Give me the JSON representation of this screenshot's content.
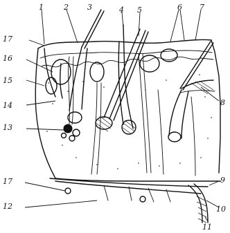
{
  "figure": {
    "labels": {
      "n1": "1",
      "n2": "2",
      "n3": "3",
      "n4": "4",
      "n5": "5",
      "n6": "6",
      "n7": "7",
      "n8": "8",
      "n9": "9",
      "n10": "10",
      "n11": "11",
      "n12": "12",
      "n13": "13",
      "n14": "14",
      "n15": "15",
      "n16": "16",
      "n17a": "17",
      "n17b": "17"
    }
  }
}
